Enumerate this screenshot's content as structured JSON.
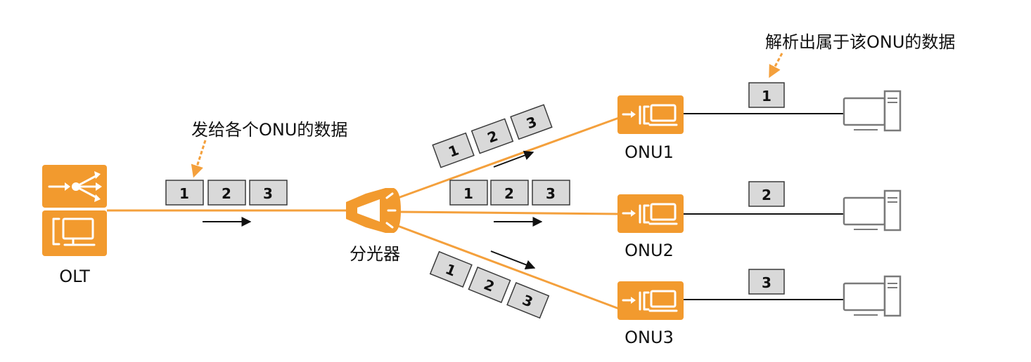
{
  "labels": {
    "olt": "OLT",
    "splitter": "分光器",
    "onu1": "ONU1",
    "onu2": "ONU2",
    "onu3": "ONU3"
  },
  "annotations": {
    "send": "发给各个ONU的数据",
    "parse": "解析出属于该ONU的数据"
  },
  "packets": {
    "p1": "1",
    "p2": "2",
    "p3": "3"
  },
  "colors": {
    "device": "#f29a2e",
    "fiber": "#f4a03c",
    "computer": "#7a7a7a"
  }
}
